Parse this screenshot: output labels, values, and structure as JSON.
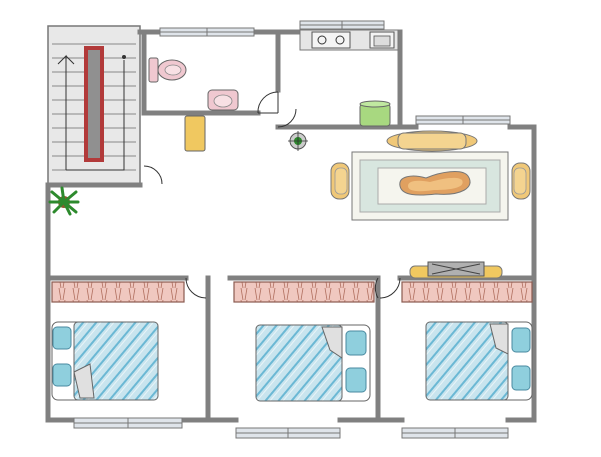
{
  "diagram": {
    "type": "floor-plan",
    "rooms": [
      "stairwell",
      "bathroom",
      "kitchen",
      "living-dining",
      "bedroom",
      "bedroom",
      "bedroom"
    ],
    "fixtures": [
      "stairs",
      "toilet",
      "sink",
      "bathroom-door",
      "boiler",
      "kitchen-counter",
      "stove",
      "kitchen-sink",
      "trash-bin",
      "lamp",
      "dining-table",
      "chairs",
      "potted-plant",
      "tv-stand",
      "wardrobes",
      "beds",
      "pillows",
      "windows",
      "doors"
    ],
    "colors": {
      "wall": "#808080",
      "stairs": "#e8e8e8",
      "rail": "#b23a3a",
      "window": "#c8d0d8",
      "bed_sheet": "#b8dce8",
      "bed_stripe": "#6bb8d4",
      "pillow": "#8fcfdd",
      "wardrobe": "#f0c8c0",
      "toilet": "#f0c8d0",
      "table": "#f5f5ee",
      "rug": "#d8e6df",
      "food": "#e0a060",
      "chair": "#f0c878",
      "plant": "#2d8a2d",
      "boiler": "#a8d880"
    }
  }
}
